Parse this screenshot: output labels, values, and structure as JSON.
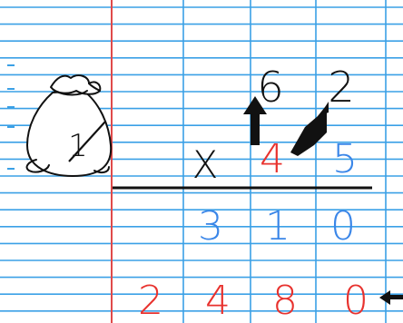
{
  "multiplication": {
    "operator": "X",
    "carries": [
      "6",
      "2"
    ],
    "multiplicand": [
      "4",
      "5"
    ],
    "partial_product": [
      "3",
      "1",
      "0"
    ],
    "result": [
      "2",
      "4",
      "8",
      "0"
    ]
  },
  "bag_label": "1",
  "colors": {
    "paper": "#ffffff",
    "rule_line": "#3aa0e6",
    "margin_line": "#e04a4a",
    "red_ink": "#e8322e",
    "blue_ink": "#3a86e8",
    "black_ink": "#111111"
  },
  "icons": [
    "sack-icon",
    "arrow-up-icon",
    "pencil-icon",
    "arrow-left-icon"
  ]
}
